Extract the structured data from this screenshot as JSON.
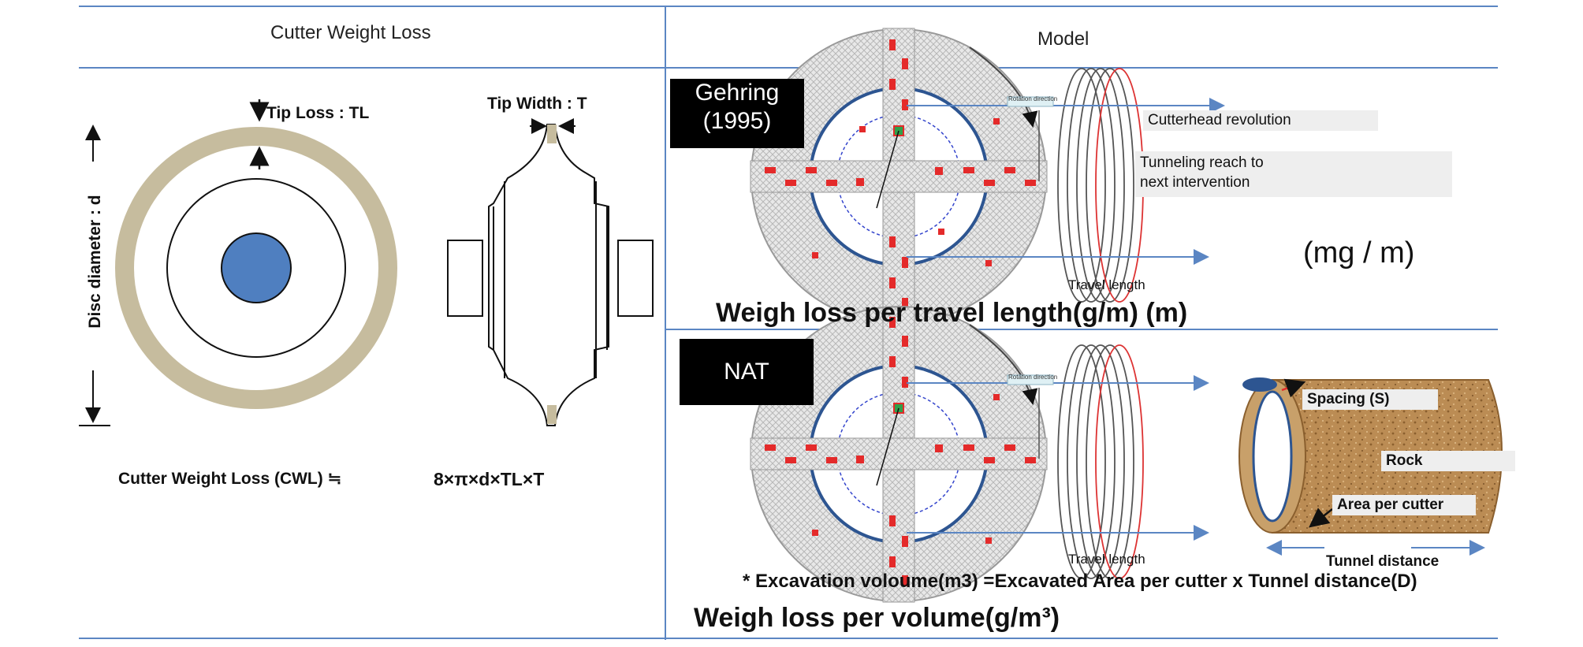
{
  "headers": {
    "left": "Cutter Weight Loss",
    "right": "Model"
  },
  "disc": {
    "tip_loss": "Tip Loss : TL",
    "tip_width": "Tip Width : T",
    "diameter": "Disc diameter : d",
    "cwl_label": "Cutter Weight Loss (CWL) ≒",
    "cwl_formula": "8×π×d×TL×T"
  },
  "gehring": {
    "badge_line1": "Gehring",
    "badge_line2": "(1995)",
    "rotation_label": "Rotation direction",
    "revolution": "Cutterhead revolution",
    "reach_line1": "Tunneling reach to",
    "reach_line2": "next intervention",
    "travel_length": "Travel length",
    "units": "(mg / m)",
    "metric": "Weigh loss per travel length(g/m) (m)"
  },
  "nat": {
    "badge": "NAT",
    "rotation_label": "Rotation direction",
    "travel_length": "Travel length",
    "spacing": "Spacing (S)",
    "rock": "Rock",
    "area": "Area per cutter",
    "tunnel_distance": "Tunnel distance",
    "note": "* Excavation voloume(m3) =Excavated Area per cutter x Tunnel distance(D)",
    "metric": "Weigh loss per volume(g/m³)"
  },
  "colors": {
    "ring": "#c6bc9e",
    "hub": "#4f7fc0",
    "lines": "#5b86c3",
    "cutter_red": "#e42a2a",
    "head_blue": "#2d5591",
    "rock": "#b98a52"
  }
}
